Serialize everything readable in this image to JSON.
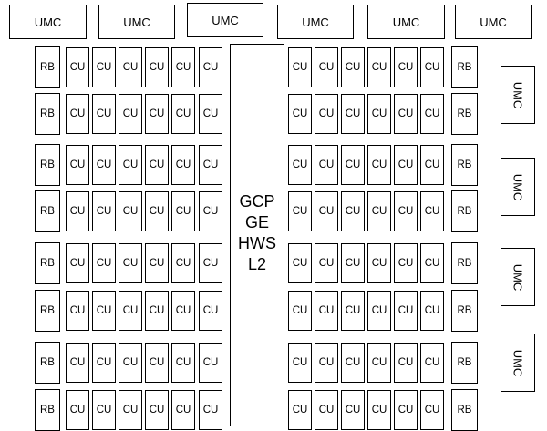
{
  "top_umc": [
    "UMC",
    "UMC",
    "UMC",
    "UMC",
    "UMC",
    "UMC"
  ],
  "side_umc": [
    "UMC",
    "UMC",
    "UMC",
    "UMC"
  ],
  "center_block": [
    "GCP",
    "GE",
    "HWS",
    "L2"
  ],
  "left_row_cells": [
    "RB",
    "CU",
    "CU",
    "CU",
    "CU",
    "CU",
    "CU"
  ],
  "right_row_cells": [
    "CU",
    "CU",
    "CU",
    "CU",
    "CU",
    "CU",
    "RB"
  ],
  "row_count": 8,
  "colors": {
    "stroke": "#000000",
    "fill": "#ffffff"
  }
}
